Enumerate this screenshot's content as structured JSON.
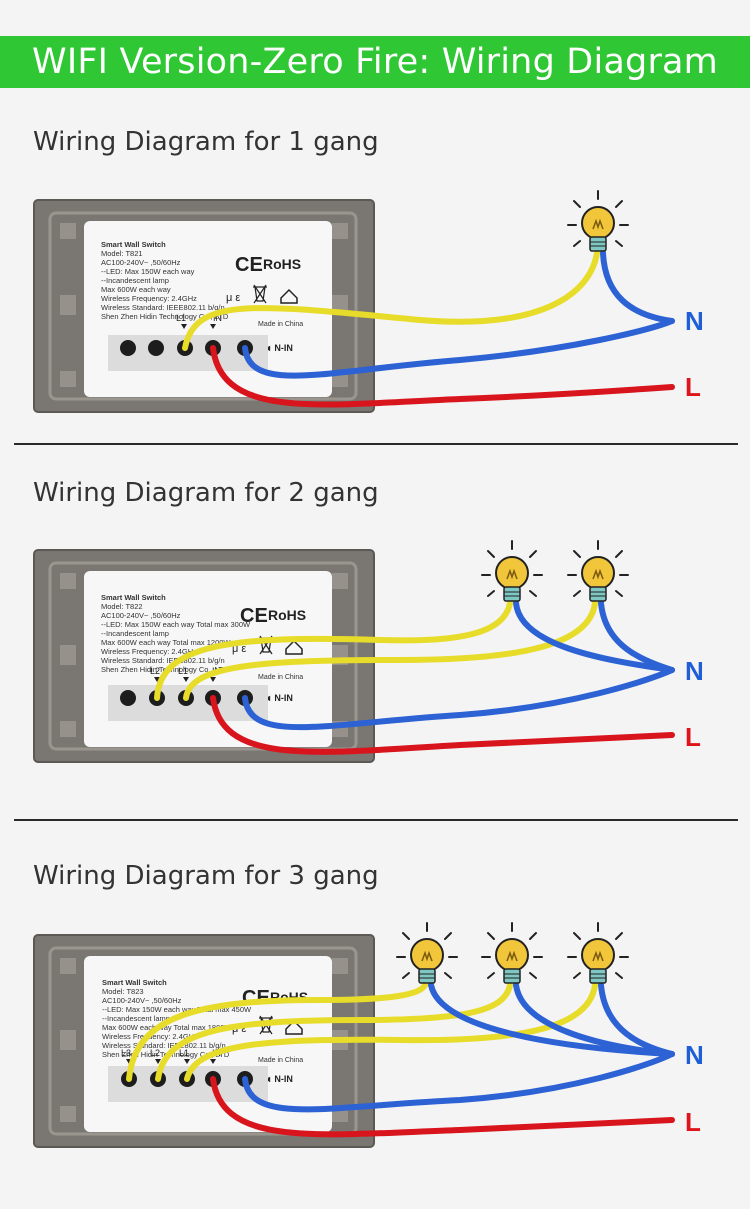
{
  "header": {
    "title": "WIFI Version-Zero Fire: Wiring Diagram"
  },
  "colors": {
    "banner_bg": "#2fc733",
    "neutral_wire": "#2c62d4",
    "live_wire": "#d8141c",
    "load_wire": "#e7dc29",
    "label_N": "#1f5fd6",
    "label_L": "#e0131b"
  },
  "labels": {
    "neutral": "N",
    "live": "L",
    "n_in": "◄ N-IN"
  },
  "sections": [
    {
      "title": "Wiring Diagram for 1 gang",
      "plate": {
        "lines": [
          "Smart Wall Switch",
          "Model: T821",
          "AC100-240V~ ,50/60Hz",
          "--LED: Max 150W each way",
          "--Incandescent lamp",
          "  Max 600W each way",
          "Wireless Frequency: 2.4GHz",
          "Wireless Standard: IEEE802.11 b/g/n",
          "Shen Zhen Hidin Technology Co., LTD"
        ],
        "made_in": "Made in China",
        "terminals": [
          "L1",
          "IN"
        ]
      }
    },
    {
      "title": "Wiring Diagram for 2 gang",
      "plate": {
        "lines": [
          "Smart Wall Switch",
          "Model: T822",
          "AC100-240V~ ,50/60Hz",
          "--LED: Max 150W each way Total max 300W",
          "--Incandescent lamp",
          "  Max 600W each way Total max 1200W",
          "Wireless Frequency: 2.4GHz",
          "Wireless Standard: IEEE802.11 b/g/n",
          "Shen Zhen Hidin Technology Co., LTD"
        ],
        "made_in": "Made in China",
        "terminals": [
          "L2",
          "L1",
          "IN"
        ]
      }
    },
    {
      "title": "Wiring Diagram for 3 gang",
      "plate": {
        "lines": [
          "Smart Wall Switch",
          "Model: T823",
          "AC100-240V~ ,50/60Hz",
          "--LED: Max 150W each way Total max 450W",
          "--Incandescent lamp",
          "  Max 600W each way Total max 1800W",
          "Wireless Frequency: 2.4GHz",
          "Wireless Standard: IEEE802.11 b/g/n",
          "Shen Zhen Hidin Technology Co., LTD"
        ],
        "made_in": "Made in China",
        "terminals": [
          "L3",
          "L2",
          "L1",
          "IN"
        ]
      }
    }
  ]
}
